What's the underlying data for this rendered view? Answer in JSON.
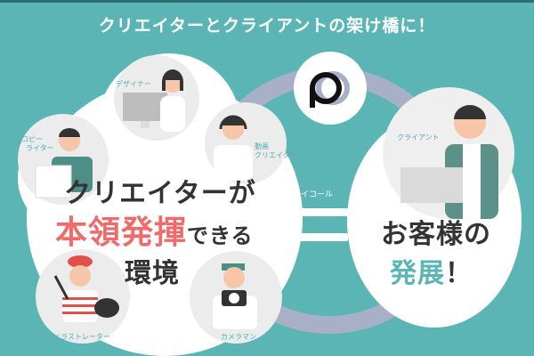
{
  "header": {
    "title": "クリエイターとクライアントの架け橋に！"
  },
  "logo": {
    "text": "pc",
    "name": "pc-logo"
  },
  "creators": {
    "designer": "デザイナー",
    "copywriter_line1": "コピー",
    "copywriter_line2": "ライター",
    "video_line1": "動画",
    "video_line2": "クリエイター",
    "illustrator": "イラストレーター",
    "cameraman": "カメラマン"
  },
  "client_label": "クライアント",
  "main_message": {
    "line1": "クリエイターが",
    "line2_highlight": "本領発揮",
    "line2_rest": "できる",
    "line3": "環境"
  },
  "equals": {
    "label": "イコール"
  },
  "result_message": {
    "line1": "お客様の",
    "line2_highlight": "発展",
    "line2_rest": "！"
  },
  "colors": {
    "background": "#5bb5b5",
    "highlight_red": "#ef6b6b",
    "ring": "#a8b0c8",
    "text_dark": "#333333"
  }
}
